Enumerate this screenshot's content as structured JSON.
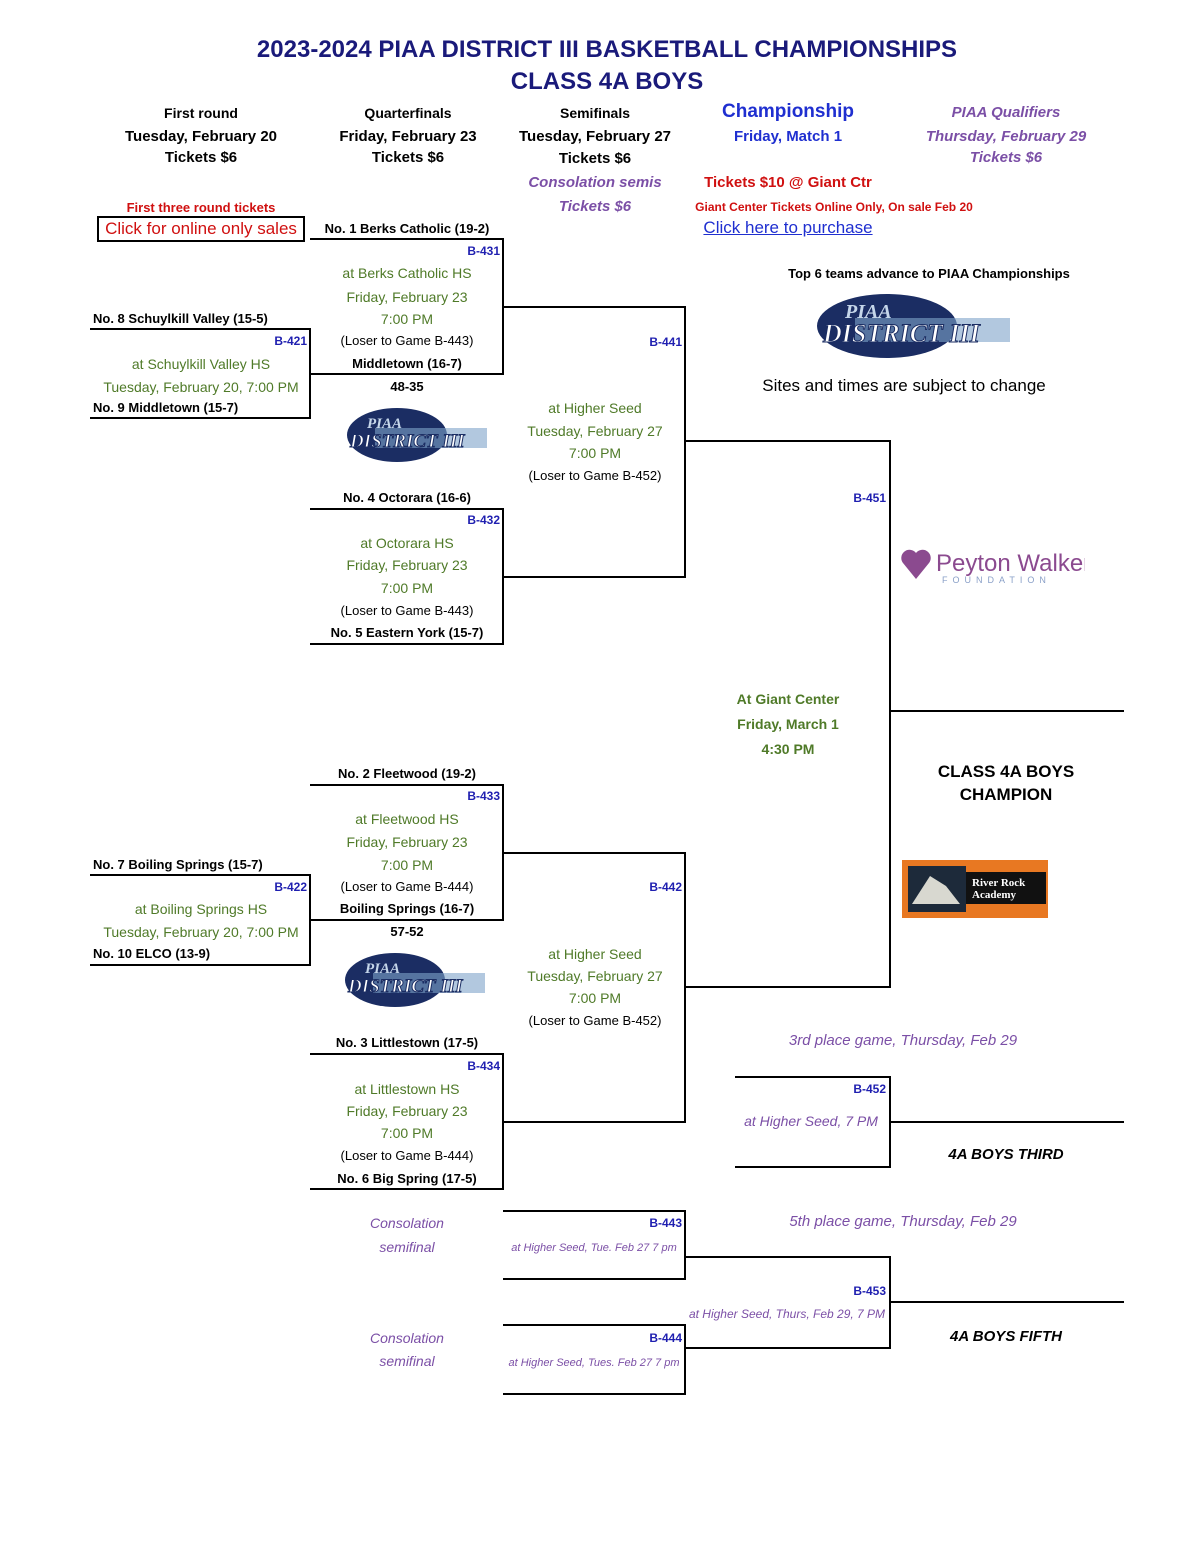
{
  "title": {
    "line1": "2023-2024 PIAA DISTRICT III BASKETBALL CHAMPIONSHIPS",
    "line2": "CLASS 4A BOYS"
  },
  "columns": [
    {
      "name": "First round",
      "date": "Tuesday, February 20",
      "tickets": "Tickets $6"
    },
    {
      "name": "Quarterfinals",
      "date": "Friday, February 23",
      "tickets": "Tickets $6"
    },
    {
      "name": "Semifinals",
      "date": "Tuesday, February 27",
      "tickets": "Tickets $6",
      "extra1": "Consolation semis",
      "extra2": "Tickets $6"
    },
    {
      "name": "Championship",
      "date": "Friday, Match 1",
      "extra1": "Tickets $10 @ Giant Ctr",
      "extra2": "Giant Center Tickets Online Only, On sale Feb 20",
      "link": "Click here to purchase"
    },
    {
      "name": "PIAA Qualifiers",
      "date": "Thursday, February 29",
      "tickets": "Tickets $6"
    }
  ],
  "first_three_tickets": "First three round tickets",
  "online_link": "Click for online only sales",
  "top6": "Top 6 teams advance to PIAA Championships",
  "subject": "Sites and times are subject to change",
  "logo_text": {
    "piaa_top": "PIAA",
    "piaa_bottom": "DISTRICT III",
    "peyton": "Peyton Walker",
    "peyton_sub": "FOUNDATION",
    "riverrock": "River Rock Academy"
  },
  "games": {
    "b421": {
      "id": "B-421",
      "top": "No. 8 Schuylkill Valley (15-5)",
      "site": "at Schuylkill Valley HS",
      "time": "Tuesday, February 20, 7:00 PM",
      "bottom": "No. 9 Middletown (15-7)"
    },
    "b422": {
      "id": "B-422",
      "top": "No. 7 Boiling Springs (15-7)",
      "site": "at Boiling Springs HS",
      "time": "Tuesday, February 20, 7:00 PM",
      "bottom": "No. 10 ELCO (13-9)"
    },
    "b431": {
      "id": "B-431",
      "top": "No. 1 Berks Catholic (19-2)",
      "site": "at Berks Catholic HS",
      "date": "Friday, February 23",
      "time": "7:00 PM",
      "note": "(Loser to Game B-443)",
      "bottom": "Middletown (16-7)",
      "score": "48-35"
    },
    "b432": {
      "id": "B-432",
      "top": "No. 4 Octorara (16-6)",
      "site": "at Octorara HS",
      "date": "Friday, February 23",
      "time": "7:00 PM",
      "note": "(Loser to Game B-443)",
      "bottom": "No. 5 Eastern York (15-7)"
    },
    "b433": {
      "id": "B-433",
      "top": "No. 2 Fleetwood (19-2)",
      "site": "at Fleetwood HS",
      "date": "Friday, February 23",
      "time": "7:00 PM",
      "note": "(Loser to Game B-444)",
      "bottom": "Boiling Springs (16-7)",
      "score": "57-52"
    },
    "b434": {
      "id": "B-434",
      "top": "No. 3 Littlestown (17-5)",
      "site": "at Littlestown HS",
      "date": "Friday, February 23",
      "time": "7:00 PM",
      "note": "(Loser to Game B-444)",
      "bottom": "No. 6 Big Spring (17-5)"
    },
    "b441": {
      "id": "B-441",
      "site": "at Higher Seed",
      "date": "Tuesday, February 27",
      "time": "7:00 PM",
      "note": "(Loser to Game B-452)"
    },
    "b442": {
      "id": "B-442",
      "site": "at Higher Seed",
      "date": "Tuesday, February 27",
      "time": "7:00 PM",
      "note": "(Loser to Game B-452)"
    },
    "b451": {
      "id": "B-451",
      "site": "At Giant Center",
      "date": "Friday, March 1",
      "time": "4:30 PM",
      "result1": "CLASS 4A BOYS",
      "result2": "CHAMPION"
    },
    "b452": {
      "id": "B-452",
      "heading": "3rd place game, Thursday, Feb 29",
      "site": "at Higher Seed, 7 PM",
      "result": "4A BOYS THIRD"
    },
    "b443": {
      "id": "B-443",
      "label1": "Consolation",
      "label2": "semifinal",
      "site": "at Higher Seed, Tue. Feb 27 7 pm"
    },
    "b444": {
      "id": "B-444",
      "label1": "Consolation",
      "label2": "semifinal",
      "site": "at Higher Seed, Tues. Feb 27 7 pm"
    },
    "b453": {
      "id": "B-453",
      "heading": "5th place game, Thursday, Feb 29",
      "site": "at Higher Seed, Thurs, Feb 29, 7 PM",
      "result": "4A BOYS FIFTH"
    }
  },
  "colors": {
    "navy": "#1a1a7a",
    "green": "#4f7a28",
    "purple": "#7b4fa6",
    "red": "#d01010",
    "blue": "#1f2fd0"
  }
}
